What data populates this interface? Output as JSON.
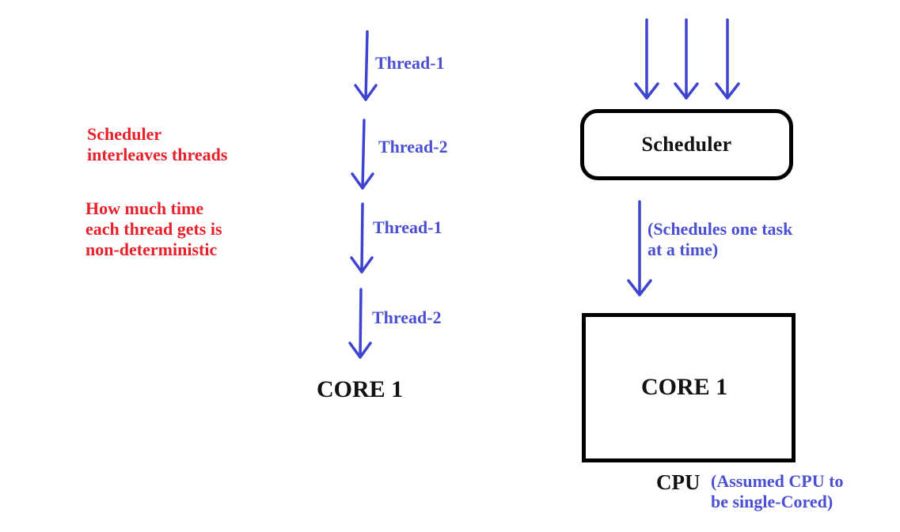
{
  "left": {
    "note_1": [
      "Scheduler",
      "interleaves threads"
    ],
    "note_2": [
      "How much time",
      "each thread gets is",
      "non-deterministic"
    ],
    "timeline": [
      {
        "label": "Thread-1"
      },
      {
        "label": "Thread-2"
      },
      {
        "label": "Thread-1"
      },
      {
        "label": "Thread-2"
      }
    ],
    "core_label": "CORE 1"
  },
  "right": {
    "scheduler_label": "Scheduler",
    "schedule_note": [
      "(Schedules one task",
      "at a time)"
    ],
    "core_label": "CORE 1",
    "cpu_label": "CPU",
    "cpu_note": [
      "(Assumed CPU to",
      "be single-Cored)"
    ]
  },
  "colors": {
    "arrow": "#3f44d0",
    "note_red": "#e8202a",
    "label_blue": "#4b4fd1",
    "box_border": "#000000"
  }
}
